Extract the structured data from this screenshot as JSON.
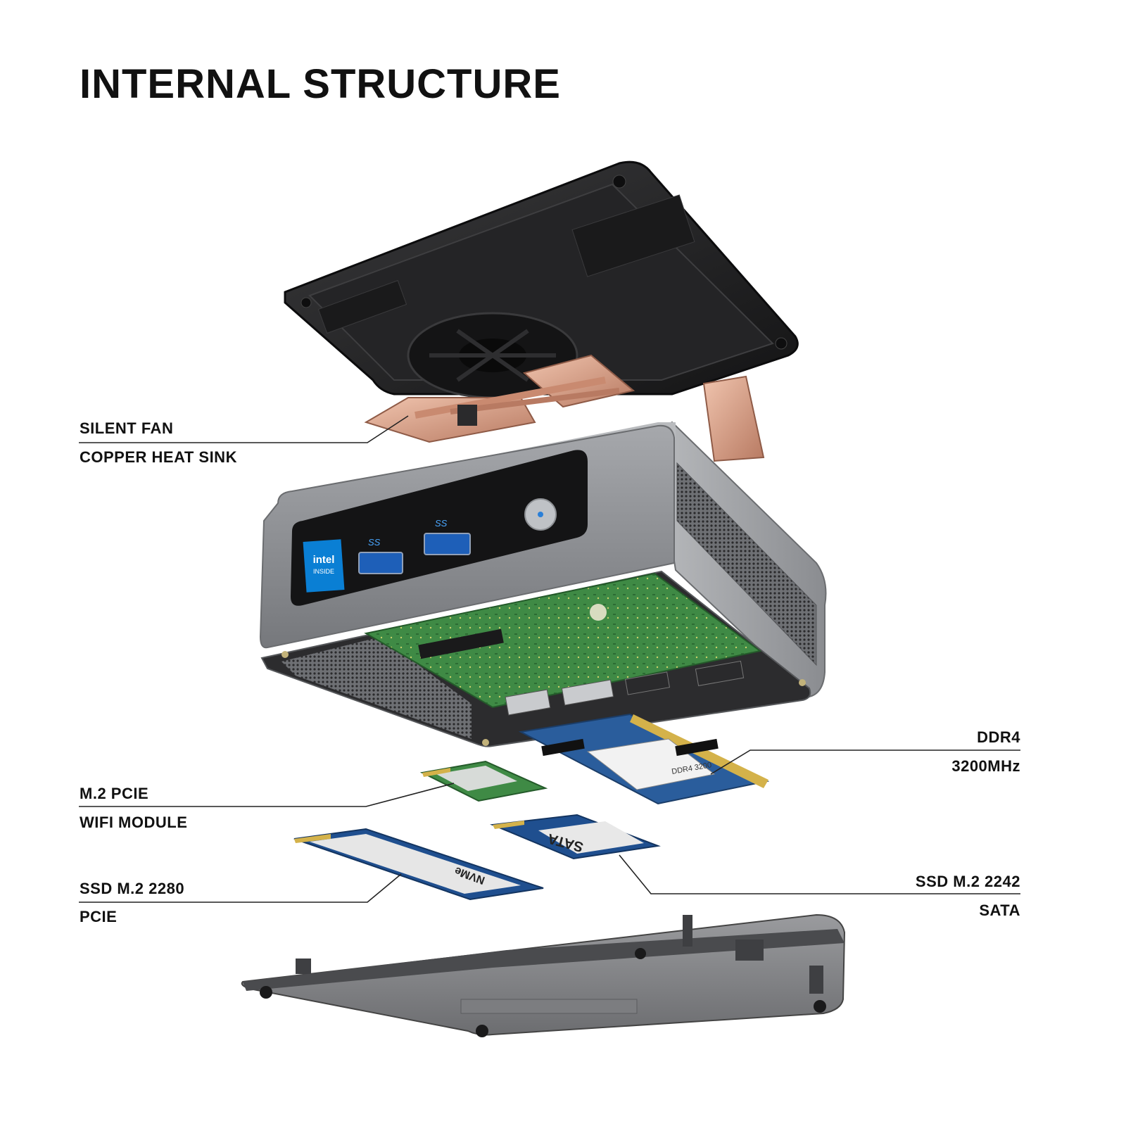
{
  "title": "INTERNAL STRUCTURE",
  "callouts": {
    "fan": {
      "line1": "SILENT FAN",
      "line2": "COPPER HEAT SINK"
    },
    "ram": {
      "line1": "DDR4",
      "line2": "3200MHz"
    },
    "wifi": {
      "line1": "M.2 PCIE",
      "line2": "WIFI MODULE"
    },
    "ssd2280": {
      "line1": "SSD M.2 2280",
      "line2": "PCIE"
    },
    "ssd2242": {
      "line1": "SSD M.2 2242",
      "line2": "SATA"
    }
  },
  "illustration": {
    "intel_badge": {
      "line1": "intel",
      "line2": "INSIDE"
    },
    "usb_mark": "SS",
    "nvme_text": "NVMe",
    "sata_text": "SATA",
    "ram_text": "DDR4 3200"
  },
  "colors": {
    "chassis": "#8e9094",
    "lid": "#1c1c1e",
    "copper": "#d9a28a",
    "pcb": "#3f8a45",
    "ssd_blue": "#1f4f8f",
    "intel_blue": "#0a7fd4",
    "power_led": "#2a7fd8"
  }
}
